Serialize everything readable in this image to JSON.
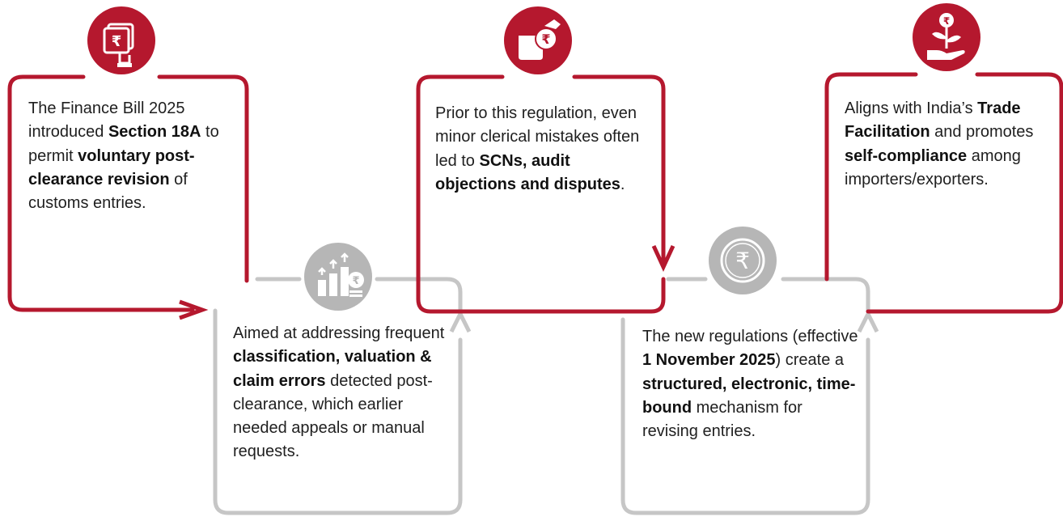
{
  "colors": {
    "red": "#b5182e",
    "grey": "#c6c6c6"
  },
  "steps": [
    {
      "icon": "rupee-hand-icon",
      "parts": [
        {
          "t": "The Finance Bill 2025 introduced ",
          "b": false
        },
        {
          "t": "Section 18A",
          "b": true
        },
        {
          "t": " to permit ",
          "b": false
        },
        {
          "t": "voluntary post-clearance revision",
          "b": true
        },
        {
          "t": " of customs entries.",
          "b": false
        }
      ]
    },
    {
      "icon": "growth-chart-rupee-icon",
      "parts": [
        {
          "t": "Aimed at addressing frequent ",
          "b": false
        },
        {
          "t": "classification, valuation & claim errors",
          "b": true
        },
        {
          "t": " detected post-clearance, which earlier needed appeals or manual requests.",
          "b": false
        }
      ]
    },
    {
      "icon": "wallet-rupee-coin-icon",
      "parts": [
        {
          "t": "Prior to this regulation, even minor clerical mistakes often led to ",
          "b": false
        },
        {
          "t": "SCNs, audit objections and disputes",
          "b": true
        },
        {
          "t": ".",
          "b": false
        }
      ]
    },
    {
      "icon": "rupee-coin-icon",
      "parts": [
        {
          "t": "The new regulations (effective ",
          "b": false
        },
        {
          "t": "1 November 2025",
          "b": true
        },
        {
          "t": ") create a ",
          "b": false
        },
        {
          "t": "structured, electronic, time-bound",
          "b": true
        },
        {
          "t": " mechanism for revising entries.",
          "b": false
        }
      ]
    },
    {
      "icon": "money-plant-hand-icon",
      "parts": [
        {
          "t": "Aligns with India’s ",
          "b": false
        },
        {
          "t": "Trade Facilitation",
          "b": true
        },
        {
          "t": " and promotes ",
          "b": false
        },
        {
          "t": "self-compliance",
          "b": true
        },
        {
          "t": " among importers/exporters.",
          "b": false
        }
      ]
    }
  ]
}
